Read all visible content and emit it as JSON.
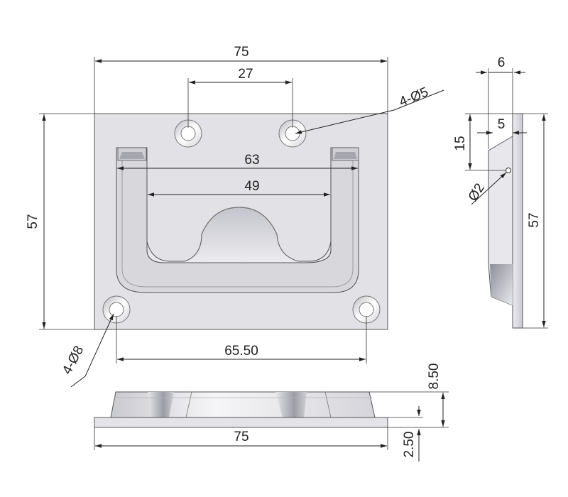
{
  "drawing": {
    "top_view": {
      "overall_width": "75",
      "hole_spacing_top": "27",
      "hole_callout_small": "4-Ø5",
      "handle_outer_width": "63",
      "handle_inner_width": "49",
      "overall_height": "57",
      "hole_callout_large": "4-Ø8",
      "hole_spacing_bottom": "65.50"
    },
    "side_view": {
      "thickness": "6",
      "handle_offset": "5",
      "pivot_height": "15",
      "pivot_diameter": "Ø2",
      "overall_height": "57"
    },
    "front_view": {
      "overall_height": "8.50",
      "overall_width": "75",
      "plate_thickness": "2.50"
    },
    "colors": {
      "plate_fill": "#e2e2e6",
      "line": "#222222",
      "shadow": "#a8a8b0"
    }
  }
}
